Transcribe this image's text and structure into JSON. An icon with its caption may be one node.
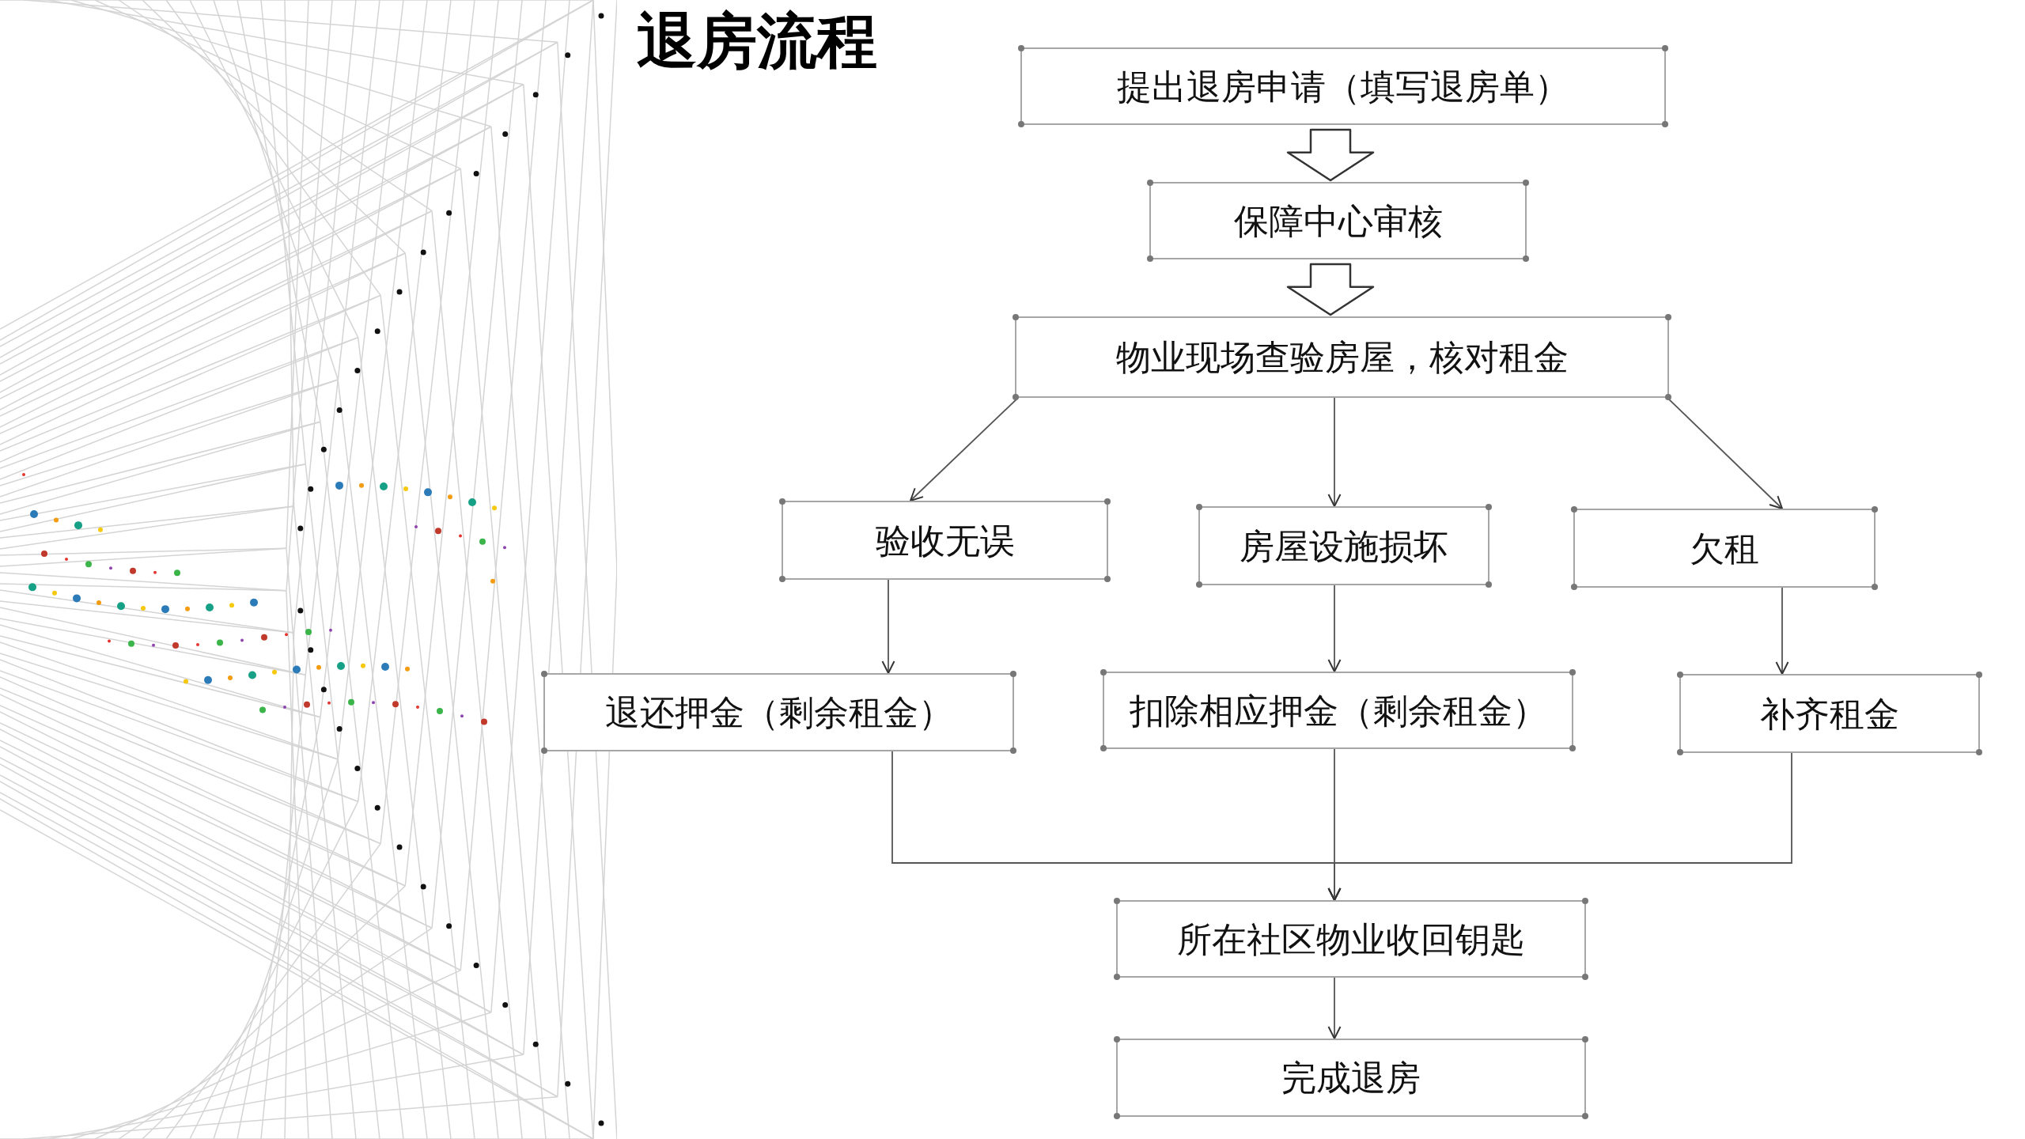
{
  "diagram": {
    "title": "退房流程",
    "nodes": [
      {
        "text": [
          "提出退房申请（填写退房单）"
        ]
      },
      {
        "text": [
          "保障中心审核"
        ]
      },
      {
        "text": [
          "物业现场查验房屋，核对租金"
        ]
      },
      {
        "text": [
          "验收无误"
        ]
      },
      {
        "text": [
          "房屋设施损坏"
        ]
      },
      {
        "text": [
          "欠租"
        ]
      },
      {
        "text": [
          "退还押金（剩余租金）"
        ]
      },
      {
        "text": [
          "扣除相应押金（剩余租金）"
        ]
      },
      {
        "text": [
          "补齐租金"
        ]
      },
      {
        "text": [
          "所在社区物业收回钥匙"
        ]
      },
      {
        "text": [
          "完成退房"
        ]
      }
    ],
    "edges": [
      {
        "from": 0,
        "to": 1,
        "arrow": "to",
        "style": "thick"
      },
      {
        "from": 1,
        "to": 2,
        "arrow": "to",
        "style": "thick"
      },
      {
        "from": 2,
        "to": 3,
        "arrow": "to"
      },
      {
        "from": 2,
        "to": 4,
        "arrow": "to"
      },
      {
        "from": 2,
        "to": 5,
        "arrow": "to"
      },
      {
        "from": 3,
        "to": 6,
        "arrow": "to"
      },
      {
        "from": 4,
        "to": 7,
        "arrow": "to"
      },
      {
        "from": 5,
        "to": 8,
        "arrow": "to"
      },
      {
        "from": 6,
        "to": 9,
        "arrow": "to"
      },
      {
        "from": 7,
        "to": 9,
        "arrow": "to"
      },
      {
        "from": 8,
        "to": 9,
        "arrow": "to"
      },
      {
        "from": 9,
        "to": 10,
        "arrow": "to"
      }
    ]
  }
}
